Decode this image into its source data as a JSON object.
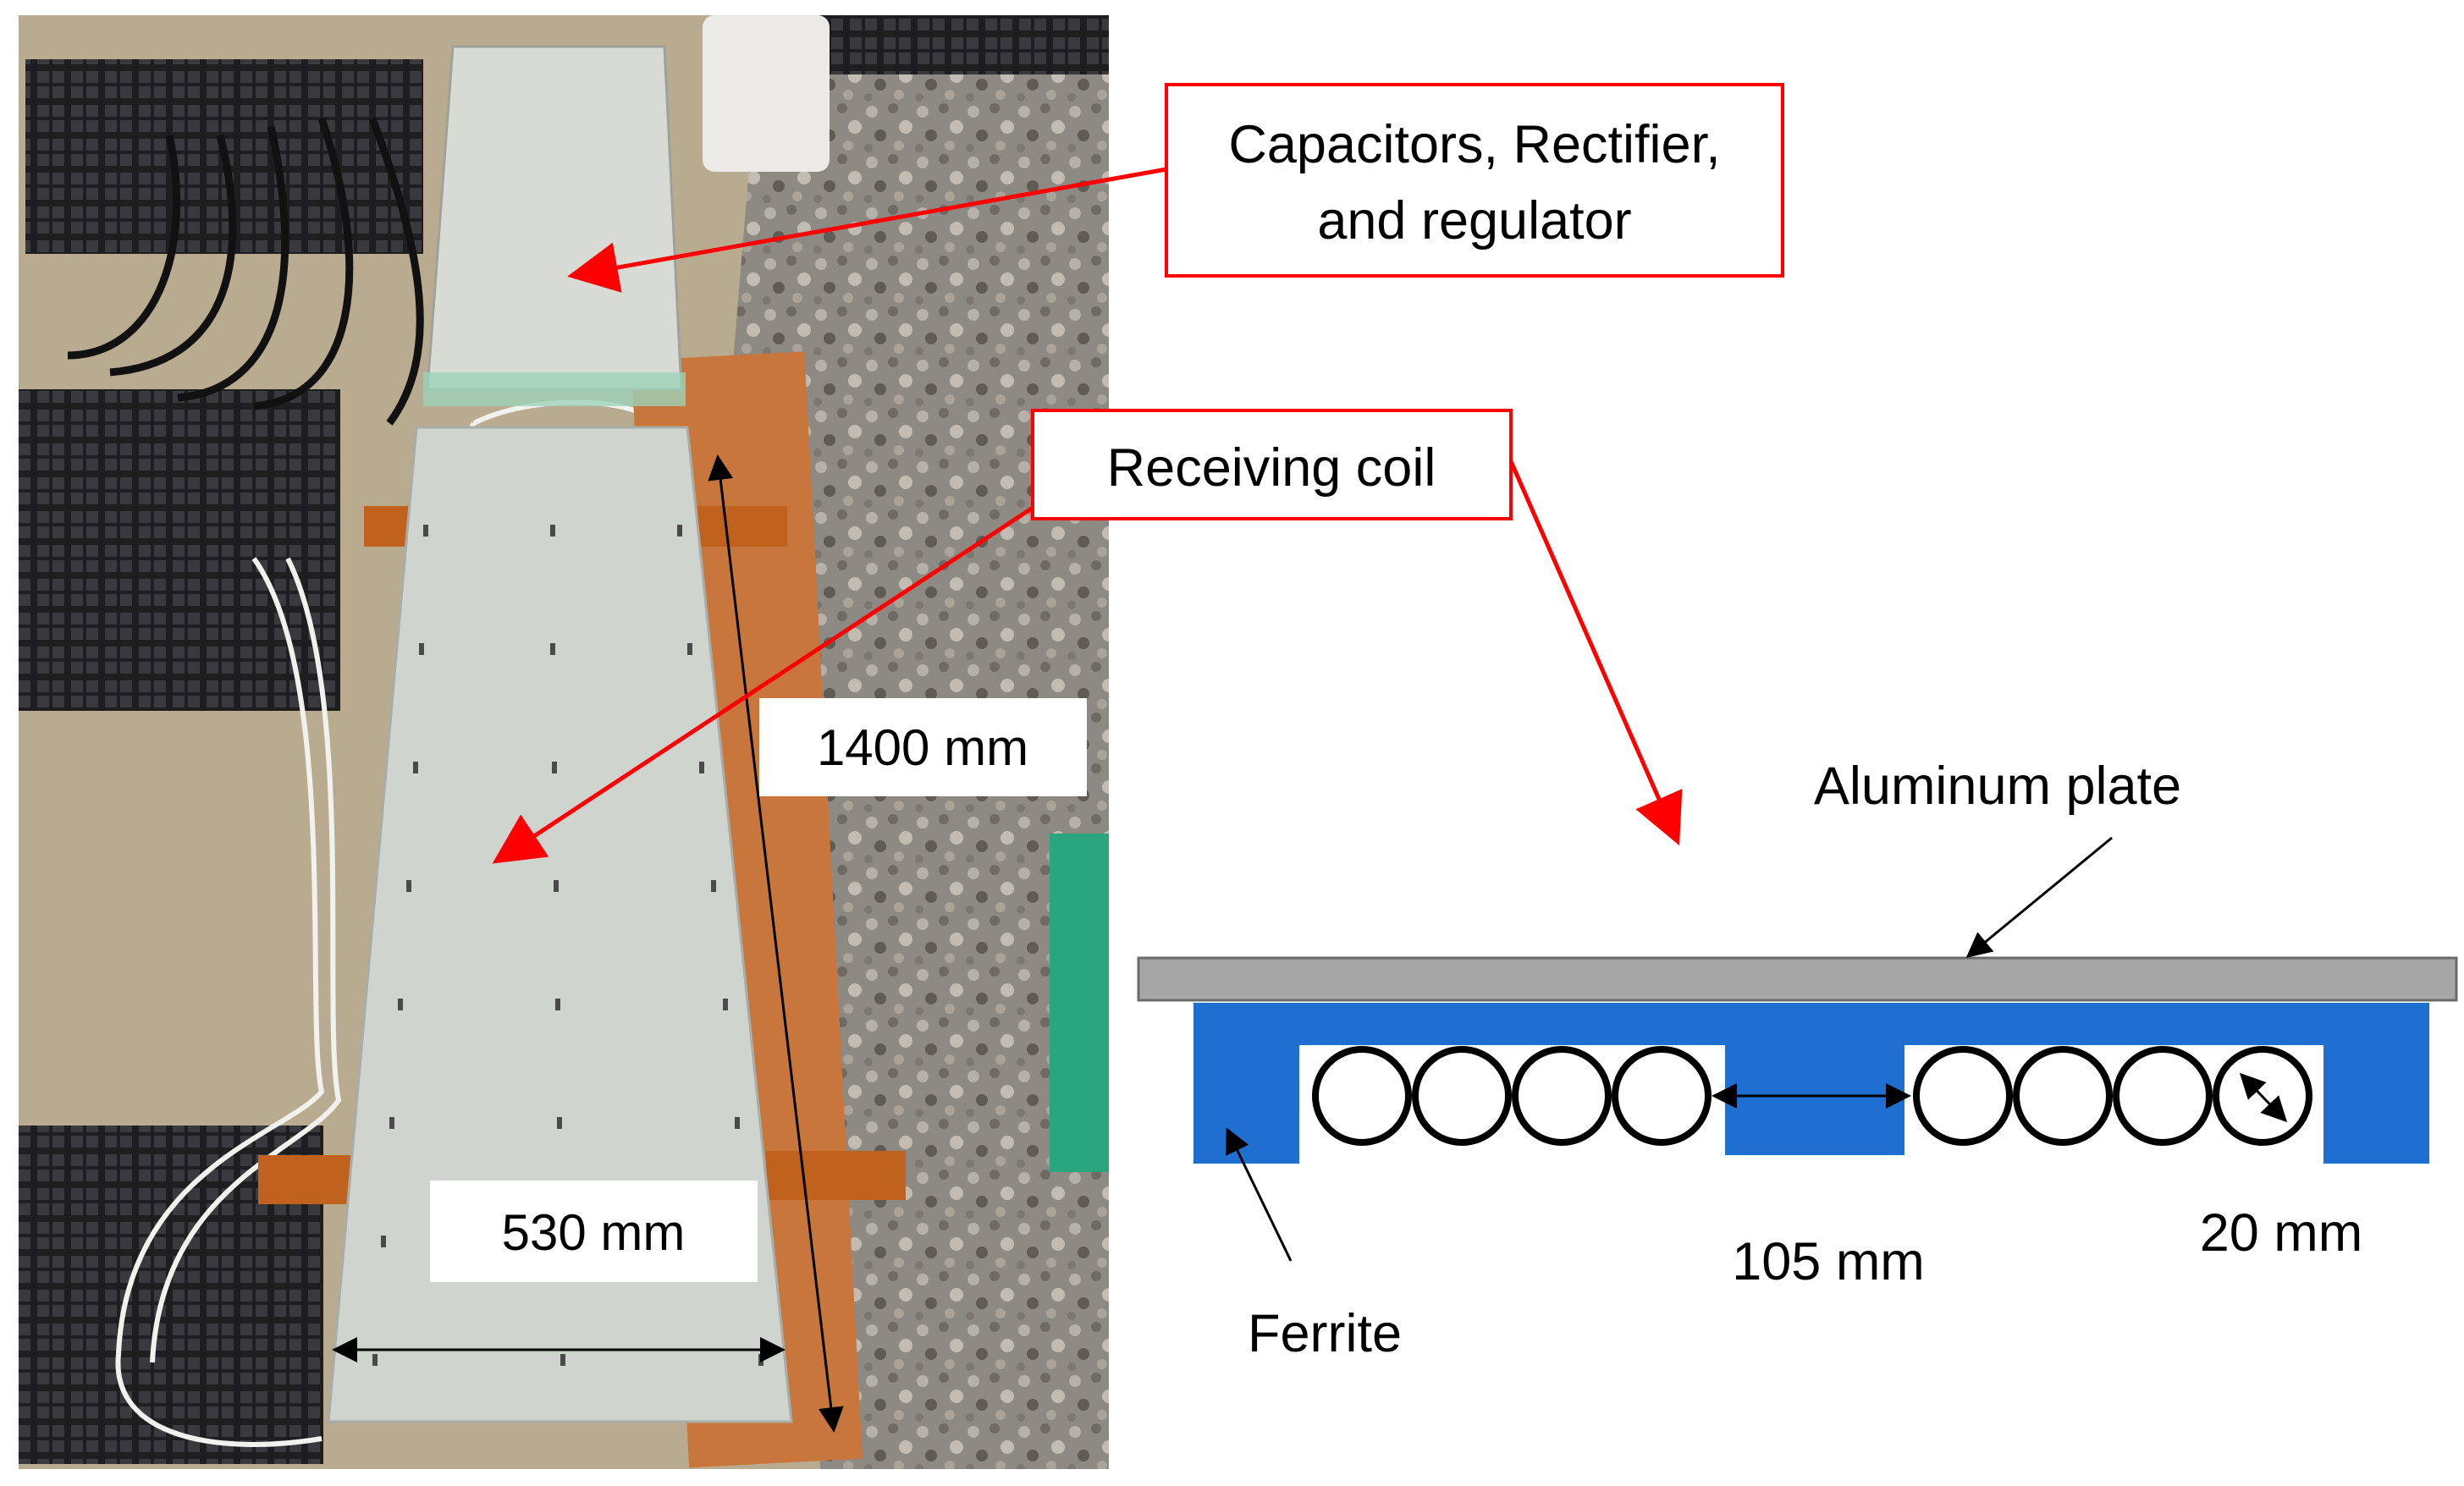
{
  "labels": {
    "capacitors_line1": "Capacitors, Rectifier,",
    "capacitors_line2": "and regulator",
    "receiving_coil": "Receiving coil",
    "length": "1400 mm",
    "width": "530 mm",
    "aluminum_plate": "Aluminum plate",
    "ferrite": "Ferrite",
    "gap": "105 mm",
    "diameter": "20 mm"
  },
  "colors": {
    "callout_border": "#ff0000",
    "arrow": "#ff0000",
    "ferrite": "#1f6fd1",
    "aluminum": "#a6a6a6",
    "plate_photo": "#cfd3cf",
    "gravel": "#8a8680",
    "concrete": "#b7a98e"
  }
}
